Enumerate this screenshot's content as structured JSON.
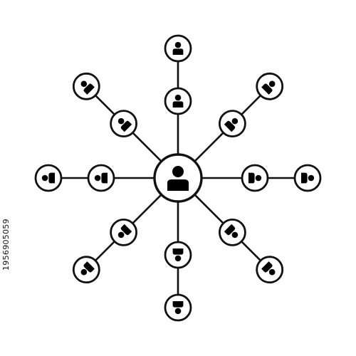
{
  "stock_id": "1956905059",
  "network": {
    "hub": "person-node",
    "branch_count": 8,
    "nodes_per_branch": 2,
    "line_color": "#111111",
    "node_fill": "#ffffff",
    "icon_color": "#000000"
  }
}
